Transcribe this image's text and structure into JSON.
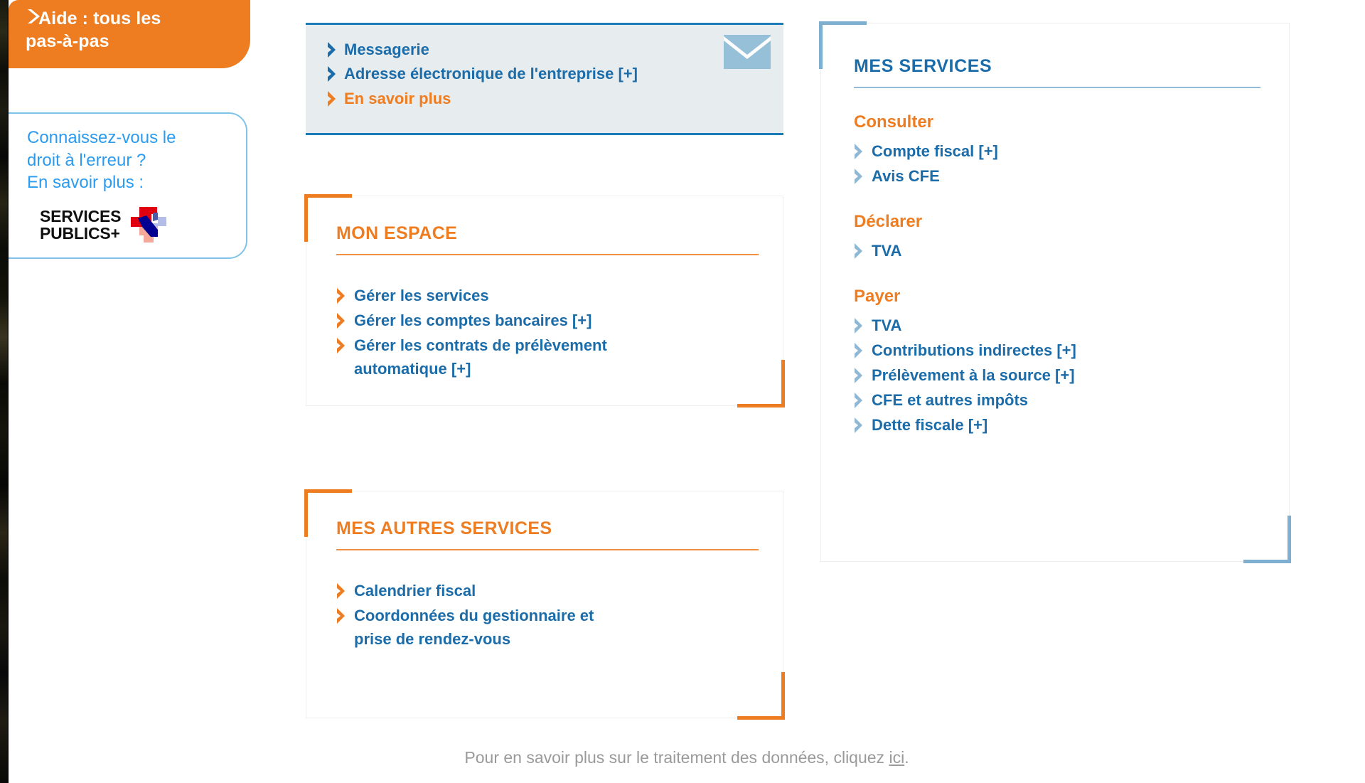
{
  "left": {
    "help_tab": {
      "icon": "chevron-right-icon",
      "line1": "Aide : tous les",
      "line2": "pas-à-pas"
    },
    "error_right_box": {
      "line1": "Connaissez-vous le",
      "line2": "droit à l'erreur ?",
      "line3": "En savoir plus :",
      "logo_line1": "SERVICES",
      "logo_line2": "PUBLICS+",
      "logo_name": "services-publics-plus-logo"
    }
  },
  "messaging": {
    "icon": "envelope-icon",
    "items": [
      {
        "label": "Messagerie",
        "accent": false
      },
      {
        "label": "Adresse électronique de l'entreprise [+]",
        "accent": false
      },
      {
        "label": "En savoir plus",
        "accent": true
      }
    ]
  },
  "mon_espace": {
    "title": "MON ESPACE",
    "items": [
      "Gérer les services",
      "Gérer les comptes bancaires [+]",
      "Gérer les contrats de prélèvement automatique [+]"
    ]
  },
  "autres_services": {
    "title": "MES AUTRES SERVICES",
    "items": [
      "Calendrier fiscal",
      "Coordonnées du gestionnaire et prise de rendez-vous"
    ]
  },
  "mes_services": {
    "title": "MES SERVICES",
    "groups": [
      {
        "heading": "Consulter",
        "items": [
          "Compte fiscal [+]",
          "Avis CFE"
        ]
      },
      {
        "heading": "Déclarer",
        "items": [
          "TVA"
        ]
      },
      {
        "heading": "Payer",
        "items": [
          "TVA",
          "Contributions indirectes [+]",
          "Prélèvement à la source [+]",
          "CFE et autres impôts",
          "Dette fiscale [+]"
        ]
      }
    ]
  },
  "footer": {
    "text_before": "Pour en savoir plus sur le traitement des données, cliquez ",
    "link": "ici",
    "text_after": "."
  },
  "colors": {
    "orange": "#EE7D22",
    "blue": "#1B6CA8",
    "blue_dark_border": "#1B7BB9",
    "light_blue": "#7FAFD0",
    "sky_blue": "#2B9BEF",
    "panel_bg": "#E7ECEF",
    "footer_grey": "#9A9A9A"
  }
}
